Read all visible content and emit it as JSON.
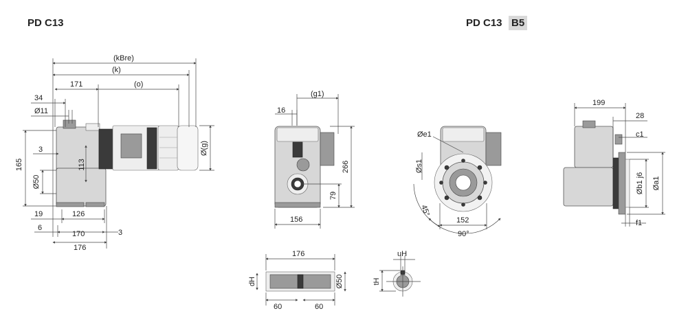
{
  "header": {
    "left_title": "PD C13",
    "right_title": "PD C13",
    "right_badge": "B5"
  },
  "side_view": {
    "kBre": "(kBre)",
    "k": "(k)",
    "dim_171": "171",
    "o": "(o)",
    "dim_34": "34",
    "d11": "Ø11",
    "dim_165": "165",
    "dim_3a": "3",
    "dim_113": "113",
    "d50": "Ø50",
    "g": "Ø(g)",
    "dim_19": "19",
    "dim_126": "126",
    "dim_6": "6",
    "dim_170": "170",
    "dim_3b": "3",
    "dim_176": "176"
  },
  "front_view": {
    "g1": "(g1)",
    "dim_16": "16",
    "dim_266": "266",
    "dim_79": "79",
    "dim_156": "156"
  },
  "flange_view": {
    "e1": "Øe1",
    "s1": "Øs1",
    "angle_45": "45°",
    "dim_152": "152",
    "angle_90": "90°"
  },
  "b5_side_view": {
    "dim_199": "199",
    "dim_28": "28",
    "c1": "c1",
    "b1": "Øb1 j6",
    "a1": "Øa1",
    "f1": "f1"
  },
  "shaft_view": {
    "dim_176": "176",
    "dH": "dH",
    "d50": "Ø50",
    "dim_60a": "60",
    "dim_60b": "60"
  },
  "keyway_view": {
    "uH": "uH",
    "tH": "tH"
  }
}
